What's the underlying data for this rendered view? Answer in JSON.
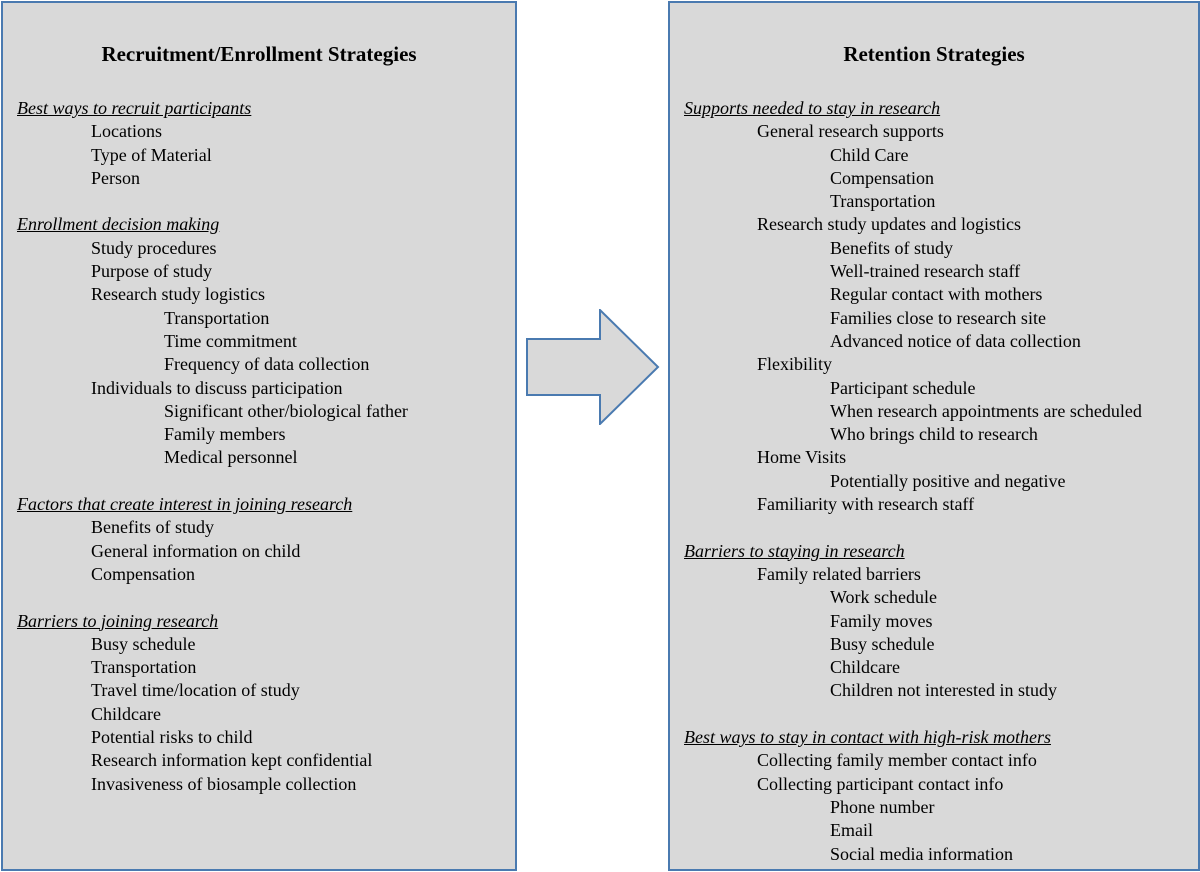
{
  "left_panel": {
    "title": "Recruitment/Enrollment Strategies",
    "sections": [
      {
        "heading": "Best ways to recruit participants",
        "items": [
          {
            "text": "Locations",
            "level": 1
          },
          {
            "text": "Type of Material",
            "level": 1
          },
          {
            "text": "Person",
            "level": 1
          }
        ]
      },
      {
        "heading": "Enrollment decision making",
        "items": [
          {
            "text": "Study procedures",
            "level": 1
          },
          {
            "text": "Purpose of study",
            "level": 1
          },
          {
            "text": "Research study logistics",
            "level": 1
          },
          {
            "text": "Transportation",
            "level": 2
          },
          {
            "text": "Time commitment",
            "level": 2
          },
          {
            "text": "Frequency of data collection",
            "level": 2
          },
          {
            "text": "Individuals to discuss participation",
            "level": 1
          },
          {
            "text": "Significant other/biological father",
            "level": 2
          },
          {
            "text": "Family members",
            "level": 2
          },
          {
            "text": "Medical personnel",
            "level": 2
          }
        ]
      },
      {
        "heading": "Factors that create interest in joining research",
        "items": [
          {
            "text": "Benefits of study",
            "level": 1
          },
          {
            "text": "General information on child",
            "level": 1
          },
          {
            "text": "Compensation",
            "level": 1
          }
        ]
      },
      {
        "heading": "Barriers to joining research",
        "items": [
          {
            "text": "Busy schedule",
            "level": 1
          },
          {
            "text": "Transportation",
            "level": 1
          },
          {
            "text": "Travel time/location of study",
            "level": 1
          },
          {
            "text": "Childcare",
            "level": 1
          },
          {
            "text": "Potential risks to child",
            "level": 1
          },
          {
            "text": "Research information kept confidential",
            "level": 1
          },
          {
            "text": "Invasiveness of biosample collection",
            "level": 1
          }
        ]
      }
    ]
  },
  "right_panel": {
    "title": "Retention Strategies",
    "sections": [
      {
        "heading": "Supports needed to stay in research",
        "items": [
          {
            "text": "General research supports",
            "level": 1
          },
          {
            "text": "Child Care",
            "level": 2
          },
          {
            "text": "Compensation",
            "level": 2
          },
          {
            "text": "Transportation",
            "level": 2
          },
          {
            "text": "Research study updates and logistics",
            "level": 1
          },
          {
            "text": "Benefits of study",
            "level": 2
          },
          {
            "text": "Well-trained research staff",
            "level": 2
          },
          {
            "text": "Regular contact with mothers",
            "level": 2
          },
          {
            "text": "Families close to research site",
            "level": 2
          },
          {
            "text": "Advanced notice of data collection",
            "level": 2
          },
          {
            "text": "Flexibility",
            "level": 1
          },
          {
            "text": "Participant schedule",
            "level": 2
          },
          {
            "text": "When research appointments are scheduled",
            "level": 2
          },
          {
            "text": "Who brings child to research",
            "level": 2
          },
          {
            "text": "Home Visits",
            "level": 1
          },
          {
            "text": "Potentially positive and negative",
            "level": 2
          },
          {
            "text": "Familiarity with research staff",
            "level": 1
          }
        ]
      },
      {
        "heading": "Barriers to staying in research",
        "items": [
          {
            "text": "Family related barriers",
            "level": 1
          },
          {
            "text": "Work schedule",
            "level": 2
          },
          {
            "text": "Family moves",
            "level": 2
          },
          {
            "text": "Busy schedule",
            "level": 2
          },
          {
            "text": "Childcare",
            "level": 2
          },
          {
            "text": "Children not interested in study",
            "level": 2
          }
        ]
      },
      {
        "heading": "Best ways to stay in contact with high-risk mothers",
        "items": [
          {
            "text": "Collecting family member contact info",
            "level": 1
          },
          {
            "text": "Collecting participant contact info",
            "level": 1
          },
          {
            "text": "Phone number",
            "level": 2
          },
          {
            "text": "Email",
            "level": 2
          },
          {
            "text": "Social media information",
            "level": 2
          }
        ]
      }
    ]
  },
  "colors": {
    "panel_fill": "#d9d9d9",
    "panel_border": "#4a7ab0",
    "arrow_fill": "#d9d9d9",
    "arrow_border": "#4a7ab0"
  }
}
